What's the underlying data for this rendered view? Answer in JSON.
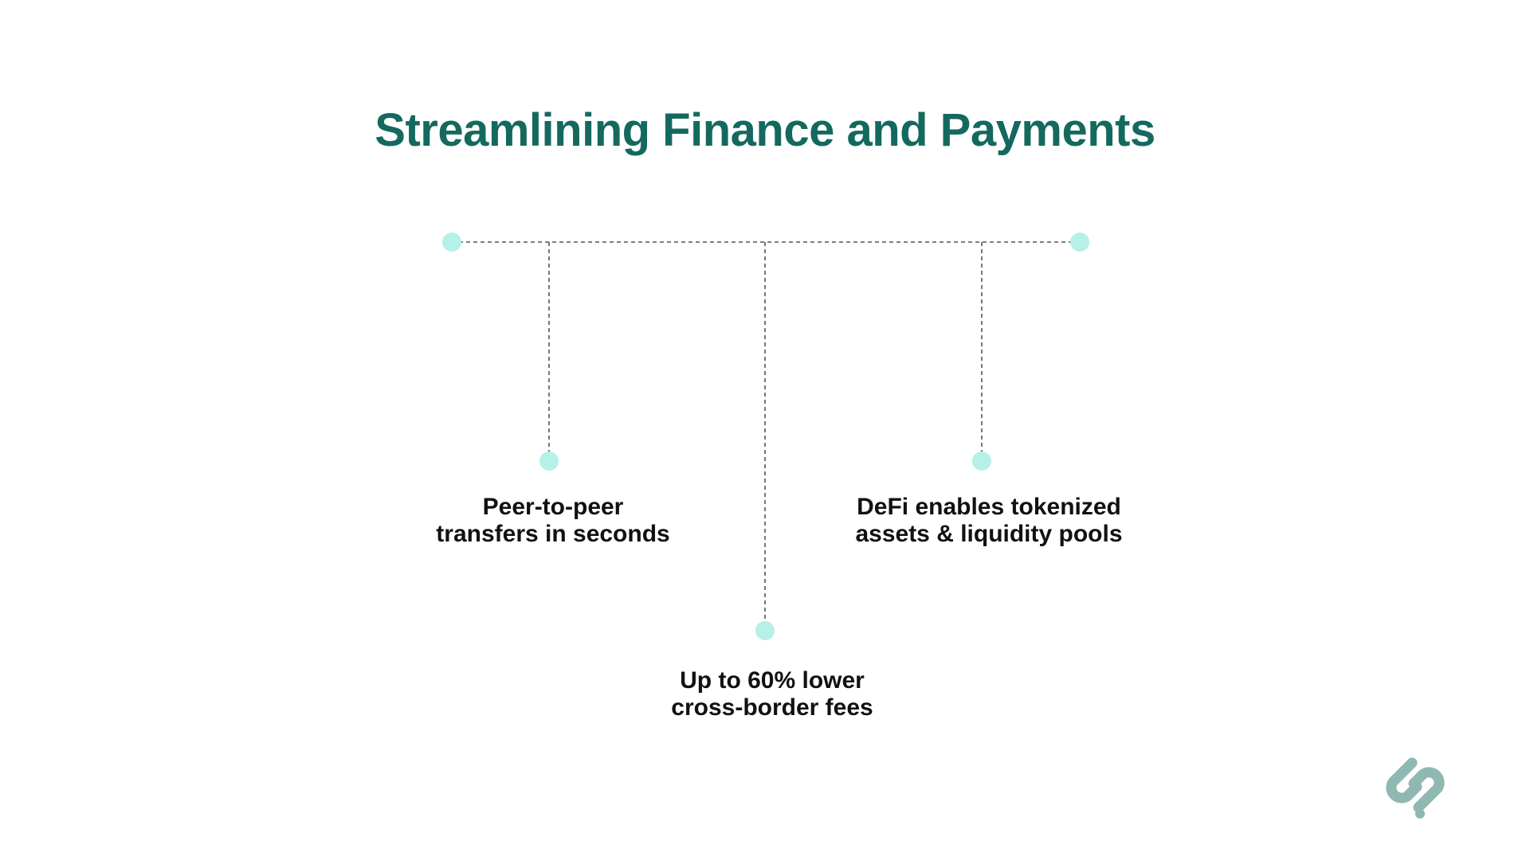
{
  "title": "Streamlining Finance and Payments",
  "colors": {
    "title": "#14695f",
    "node": "#b5f0e9",
    "connector": "#555555",
    "label": "#111111",
    "logo": "#8fb8b2"
  },
  "items": [
    {
      "line1": "Peer-to-peer",
      "line2": "transfers in seconds"
    },
    {
      "line1": "DeFi enables tokenized",
      "line2": "assets & liquidity pools"
    },
    {
      "line1": "Up to 60% lower",
      "line2": "cross-border fees"
    }
  ],
  "logo": {
    "icon": "chain-link-icon"
  }
}
